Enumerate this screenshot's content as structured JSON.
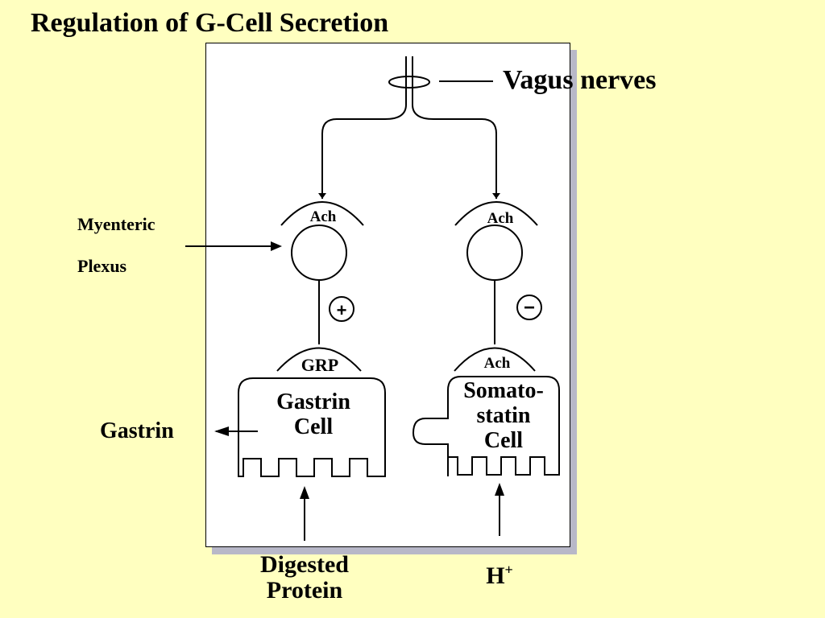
{
  "title": "Regulation of G-Cell Secretion",
  "labels": {
    "vagus_nerves": "Vagus nerves",
    "myenteric_line1": "Myenteric",
    "myenteric_line2": "Plexus",
    "ach_left": "Ach",
    "ach_right": "Ach",
    "ach_somatostatin": "Ach",
    "grp": "GRP",
    "stimulate_sign": "+",
    "inhibit_sign": "−",
    "gastrin_cell_line1": "Gastrin",
    "gastrin_cell_line2": "Cell",
    "somatostatin_line1": "Somato-",
    "somatostatin_line2": "statin",
    "somatostatin_line3": "Cell",
    "gastrin_output": "Gastrin",
    "digested_line1": "Digested",
    "digested_line2": "Protein",
    "h_base": "H",
    "h_charge": "+"
  }
}
